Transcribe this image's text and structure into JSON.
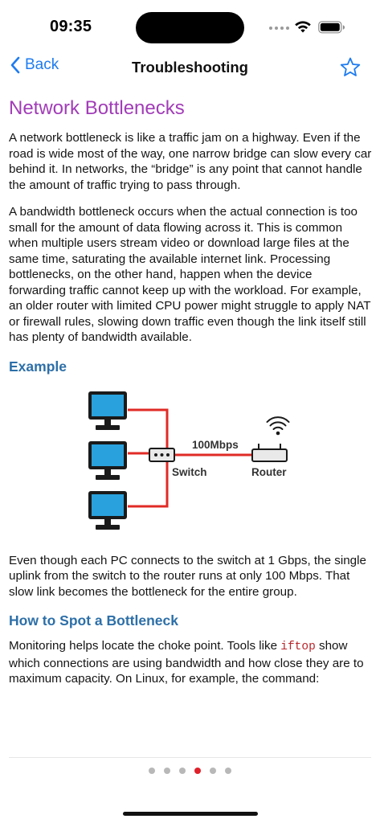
{
  "status_bar": {
    "time": "09:35"
  },
  "nav": {
    "back_label": "Back",
    "title": "Troubleshooting"
  },
  "article": {
    "title": "Network Bottlenecks",
    "para1": "A network bottleneck is like a traffic jam on a highway. Even if the road is wide most of the way, one narrow bridge can slow every car behind it. In networks, the “bridge” is any point that cannot handle the amount of traffic trying to pass through.",
    "para2": "A bandwidth bottleneck occurs when the actual connection is too small for the amount of data flowing across it. This is common when multiple users stream video or download large files at the same time, saturating the available internet link. Processing bottlenecks, on the other hand, happen when the device forwarding traffic cannot keep up with the workload. For example, an older router with limited CPU power might struggle to apply NAT or firewall rules, slowing down traffic even though the link itself still has plenty of bandwidth available.",
    "example_heading": "Example",
    "diagram": {
      "link_label": "100Mbps",
      "switch_label": "Switch",
      "router_label": "Router",
      "link_color": "#e02b26"
    },
    "para3": "Even though each PC connects to the switch at 1 Gbps, the single uplink from the switch to the router runs at only 100 Mbps. That slow link becomes the bottleneck for the entire group.",
    "spot_heading": "How to Spot a Bottleneck",
    "para4_before": "Monitoring helps locate the choke point. Tools like ",
    "para4_code": "iftop",
    "para4_after": " show which connections are using bandwidth and how close they are to maximum capacity. On Linux, for example, the command:"
  },
  "pagination": {
    "total": 6,
    "active_index": 3
  },
  "colors": {
    "accent": "#1e7cf0",
    "title": "#a23cb8",
    "heading": "#2d6fa8",
    "code": "#b8262c",
    "active_dot": "#e0202a"
  },
  "icons": {
    "back": "chevron-left-icon",
    "favorite": "star-outline-icon"
  }
}
